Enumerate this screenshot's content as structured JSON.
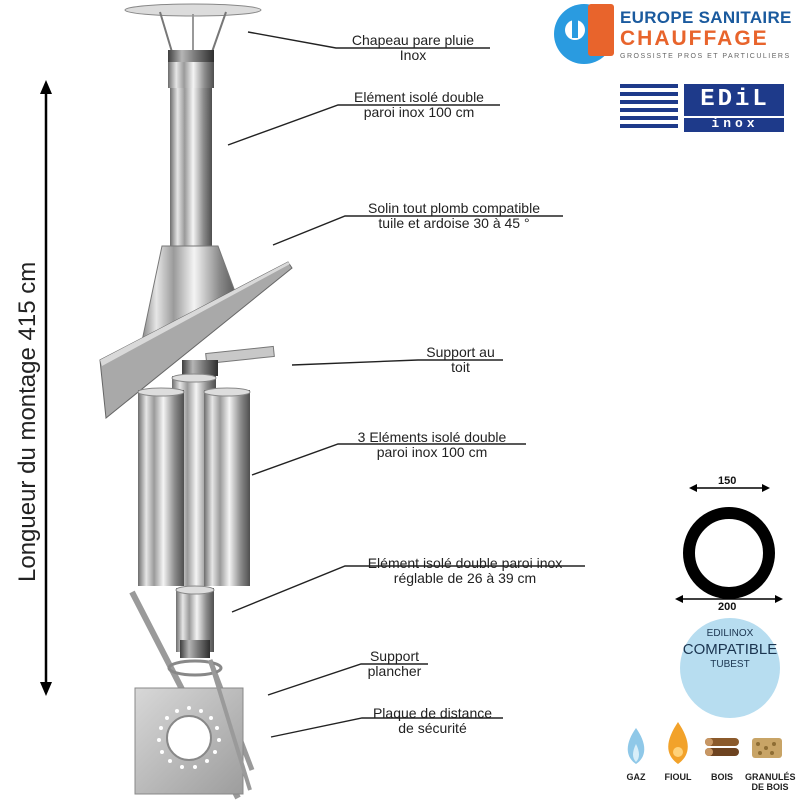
{
  "brand": {
    "name_line1": "EUROPE SANITAIRE",
    "name_line2": "CHAUFFAGE",
    "tagline": "GROSSISTE PROS ET PARTICULIERS",
    "primary_color": "#1a5a9e",
    "accent_color": "#e8642c"
  },
  "edil_logo": {
    "top_text": "EDiL",
    "bottom_text": "inox",
    "color": "#1e3a8a"
  },
  "height_label": "Longueur du montage  415 cm",
  "callouts": [
    {
      "id": "chapeau",
      "lines": [
        "Chapeau pare pluie",
        "Inox"
      ]
    },
    {
      "id": "element-top",
      "lines": [
        "Elément isolé double",
        "paroi inox 100 cm"
      ]
    },
    {
      "id": "solin",
      "lines": [
        "Solin tout plomb compatible",
        "tuile et ardoise 30 à 45 °"
      ]
    },
    {
      "id": "support-toit",
      "lines": [
        "Support au",
        "toit"
      ]
    },
    {
      "id": "elements-3",
      "lines": [
        "3 Eléments isolé double",
        "paroi inox 100 cm"
      ]
    },
    {
      "id": "element-reglable",
      "lines": [
        "Elément isolé double paroi inox",
        "réglable de 26 à 39 cm"
      ]
    },
    {
      "id": "support-plancher",
      "lines": [
        "Support",
        "plancher"
      ]
    },
    {
      "id": "plaque",
      "lines": [
        "Plaque de distance",
        "de sécurité"
      ]
    }
  ],
  "section": {
    "inner_diameter": "150",
    "outer_diameter": "200"
  },
  "compat_badge": {
    "line1": "EDILINOX",
    "line2": "COMPATIBLE",
    "line3": "TUBEST",
    "color": "#b7ddf0"
  },
  "fuels": [
    {
      "label": "GAZ",
      "icon": "gas-flame-icon",
      "color": "#8fc8e8"
    },
    {
      "label": "FIOUL",
      "icon": "oil-drop-icon",
      "color": "#f2a22a"
    },
    {
      "label": "BOIS",
      "icon": "wood-logs-icon",
      "color": "#8b5a2b"
    },
    {
      "label": "GRANULÉS DE BOIS",
      "icon": "wood-pellets-icon",
      "color": "#c8a466"
    }
  ]
}
